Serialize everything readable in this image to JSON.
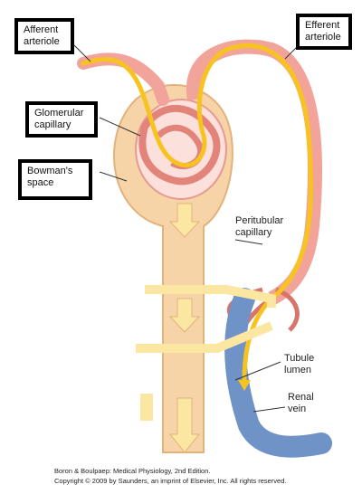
{
  "labels": {
    "afferent_arteriole": "Afferent\narteriole",
    "efferent_arteriole": "Efferent\narteriole",
    "glomerular_capillary": "Glomerular\ncapillary",
    "bowmans_space": "Bowman's\nspace",
    "peritubular_capillary": "Peritubular\ncapillary",
    "tubule_lumen": "Tubule\nlumen",
    "renal_vein": "Renal\nvein"
  },
  "credit": {
    "line1": "Boron & Boulpaep: Medical Physiology, 2nd Edition.",
    "line2": "Copyright © 2009 by Saunders, an imprint of Elsevier, Inc. All rights reserved."
  },
  "colors": {
    "vessel": "#f2a39a",
    "vessel_dark": "#d9746b",
    "tubule": "#f6d4a8",
    "tubule_dark": "#e3b27c",
    "flow": "#f7c320",
    "arrow": "#fbe7a2",
    "vein": "#6f93c6",
    "vein_dark": "#3f62a0"
  }
}
